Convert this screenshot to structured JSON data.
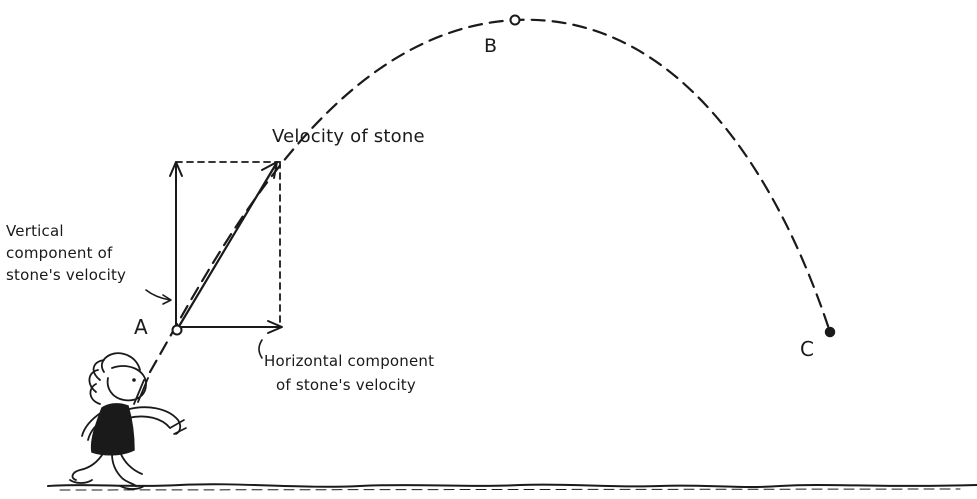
{
  "labels": {
    "point_a": "A",
    "point_b": "B",
    "point_c": "C",
    "velocity": "Velocity of stone",
    "vertical_line1": "Vertical",
    "vertical_line2": "component of",
    "vertical_line3": "stone's velocity",
    "horizontal_line1": "Horizontal component",
    "horizontal_line2": "of stone's velocity"
  },
  "colors": {
    "ink": "#1a1a1a",
    "paper": "#ffffff"
  }
}
